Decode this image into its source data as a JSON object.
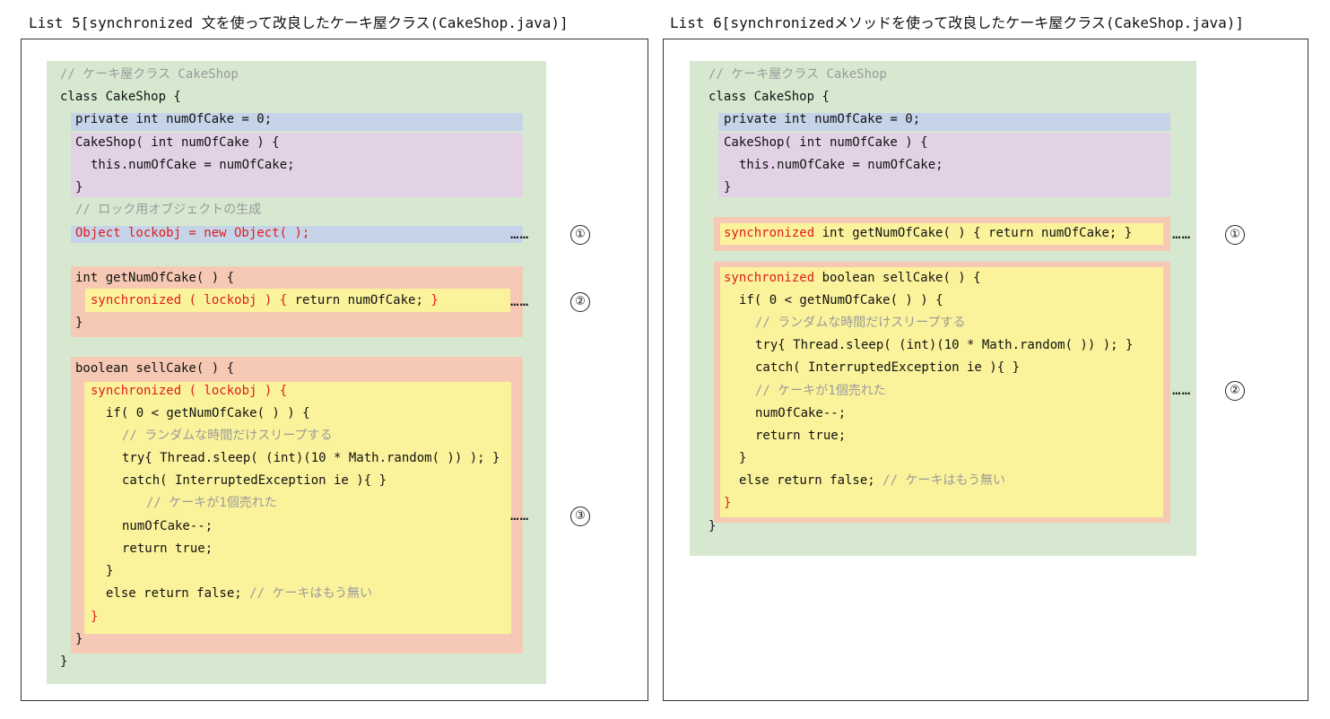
{
  "left": {
    "title": "List 5[synchronized 文を使って改良したケーキ屋クラス(CakeShop.java)]",
    "lines": {
      "l1": "// ケーキ屋クラス CakeShop",
      "l2": "class CakeShop {",
      "l3": "private int numOfCake = 0;",
      "l4": "CakeShop( int numOfCake ) {",
      "l5": "this.numOfCake = numOfCake;",
      "l6": "}",
      "l7": "// ロック用オブジェクトの生成",
      "l8": "Object lockobj = new Object( );",
      "l9": "int getNumOfCake( ) {",
      "l10a": "synchronized ( lockobj ) {",
      "l10b": " return numOfCake; ",
      "l10c": "}",
      "l11": "}",
      "l12": "boolean sellCake( ) {",
      "l13": "synchronized ( lockobj ) {",
      "l14": "if( 0 < getNumOfCake( ) ) {",
      "l15": "// ランダムな時間だけスリープする",
      "l16": "try{ Thread.sleep( (int)(10 * Math.random( )) ); }",
      "l17": "catch( InterruptedException ie ){ }",
      "l18": "// ケーキが1個売れた",
      "l19": "numOfCake--;",
      "l20": "return true;",
      "l21": "}",
      "l22a": "else return false; ",
      "l22b": "// ケーキはもう無い",
      "l23": "}",
      "l24": "}",
      "l25": "}"
    },
    "markers": [
      "①",
      "②",
      "③"
    ]
  },
  "right": {
    "title": "List 6[synchronizedメソッドを使って改良したケーキ屋クラス(CakeShop.java)]",
    "lines": {
      "l1": "// ケーキ屋クラス CakeShop",
      "l2": "class CakeShop {",
      "l3": "private int numOfCake = 0;",
      "l4": "CakeShop( int numOfCake ) {",
      "l5": "this.numOfCake = numOfCake;",
      "l6": "}",
      "l7a": "synchronized",
      "l7b": " int getNumOfCake( ) { return numOfCake; }",
      "l8a": "synchronized",
      "l8b": " boolean sellCake( ) {",
      "l9": "if( 0 < getNumOfCake( ) ) {",
      "l10": "// ランダムな時間だけスリープする",
      "l11": "try{ Thread.sleep( (int)(10 * Math.random( )) ); }",
      "l12": "catch( InterruptedException ie ){ }",
      "l13": "// ケーキが1個売れた",
      "l14": "numOfCake--;",
      "l15": "return true;",
      "l16": "}",
      "l17a": "else return false; ",
      "l17b": "// ケーキはもう無い",
      "l18": "}",
      "l19": "}"
    },
    "markers": [
      "①",
      "②"
    ]
  },
  "dots": "……",
  "colors": {
    "class_block": "#d6e9d0",
    "field_block": "#c5d4e8",
    "constructor_block": "#e3d1e6",
    "method_block": "#f6c9b4",
    "sync_block": "#fbf39b",
    "keyword": "#e01b1b",
    "comment": "#9a9a9a"
  }
}
